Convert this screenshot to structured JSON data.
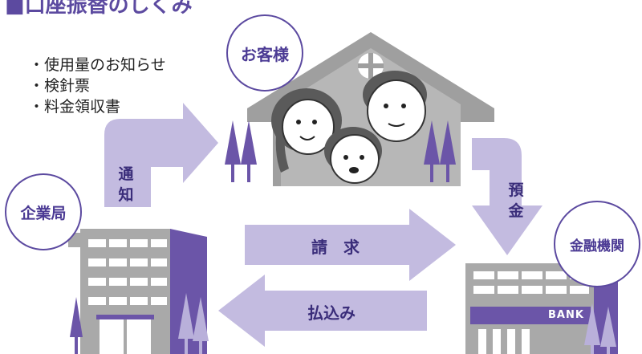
{
  "heading": "■口座振替のしくみ",
  "notice_items": [
    "・使用量のお知らせ",
    "・検針票",
    "・料金領収書"
  ],
  "labels": {
    "customer": "お客様",
    "company": "企業局",
    "bank": "金融機関"
  },
  "flows": {
    "notify": "通知",
    "deposit": "預金",
    "billing": "請　求",
    "payment": "払込み"
  },
  "bank_sign": "BANK",
  "colors": {
    "accent": "#5c4aa0",
    "arrow": "#c3bbe0",
    "building_gray": "#a9a9a9",
    "building_purple": "#6b55a8"
  }
}
